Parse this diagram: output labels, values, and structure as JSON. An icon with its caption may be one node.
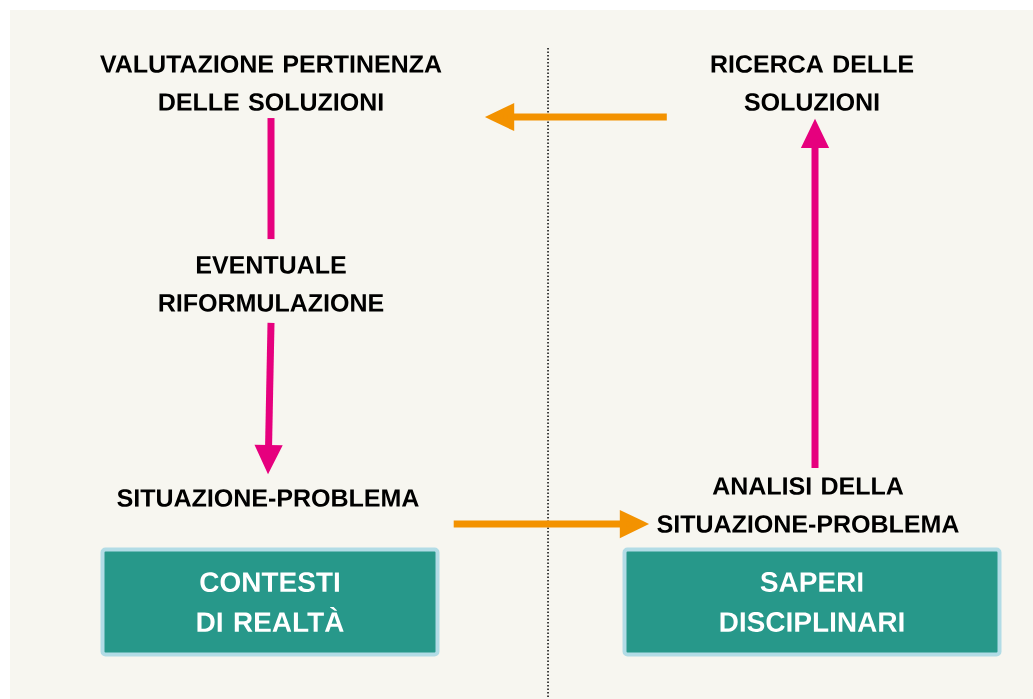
{
  "diagram": {
    "nodes": [
      {
        "text": [
          "VALUTAZIONE PERTINENZA DELLE SOLUZIONI"
        ]
      },
      {
        "text": [
          "RICERCA DELLE SOLUZIONI"
        ]
      },
      {
        "text": [
          "EVENTUALE RIFORMULAZIONE"
        ]
      },
      {
        "text": [
          "SITUAZIONE-PROBLEMA"
        ]
      },
      {
        "text": [
          "ANALISI DELLA SITUAZIONE-PROBLEMA"
        ]
      },
      {
        "text": [
          "CONTESTI DI REALTÀ"
        ]
      },
      {
        "text": [
          "SAPERI DISCIPLINARI"
        ]
      }
    ],
    "edges": [
      {
        "from": 1,
        "to": 0,
        "arrow": "to",
        "color": "#f39200"
      },
      {
        "from": 0,
        "to": 2,
        "arrow": "none"
      },
      {
        "from": 2,
        "to": 3,
        "arrow": "to"
      },
      {
        "from": 3,
        "to": 4,
        "arrow": "to",
        "color": "#f39200"
      },
      {
        "from": 4,
        "to": 1,
        "arrow": "to"
      }
    ]
  }
}
